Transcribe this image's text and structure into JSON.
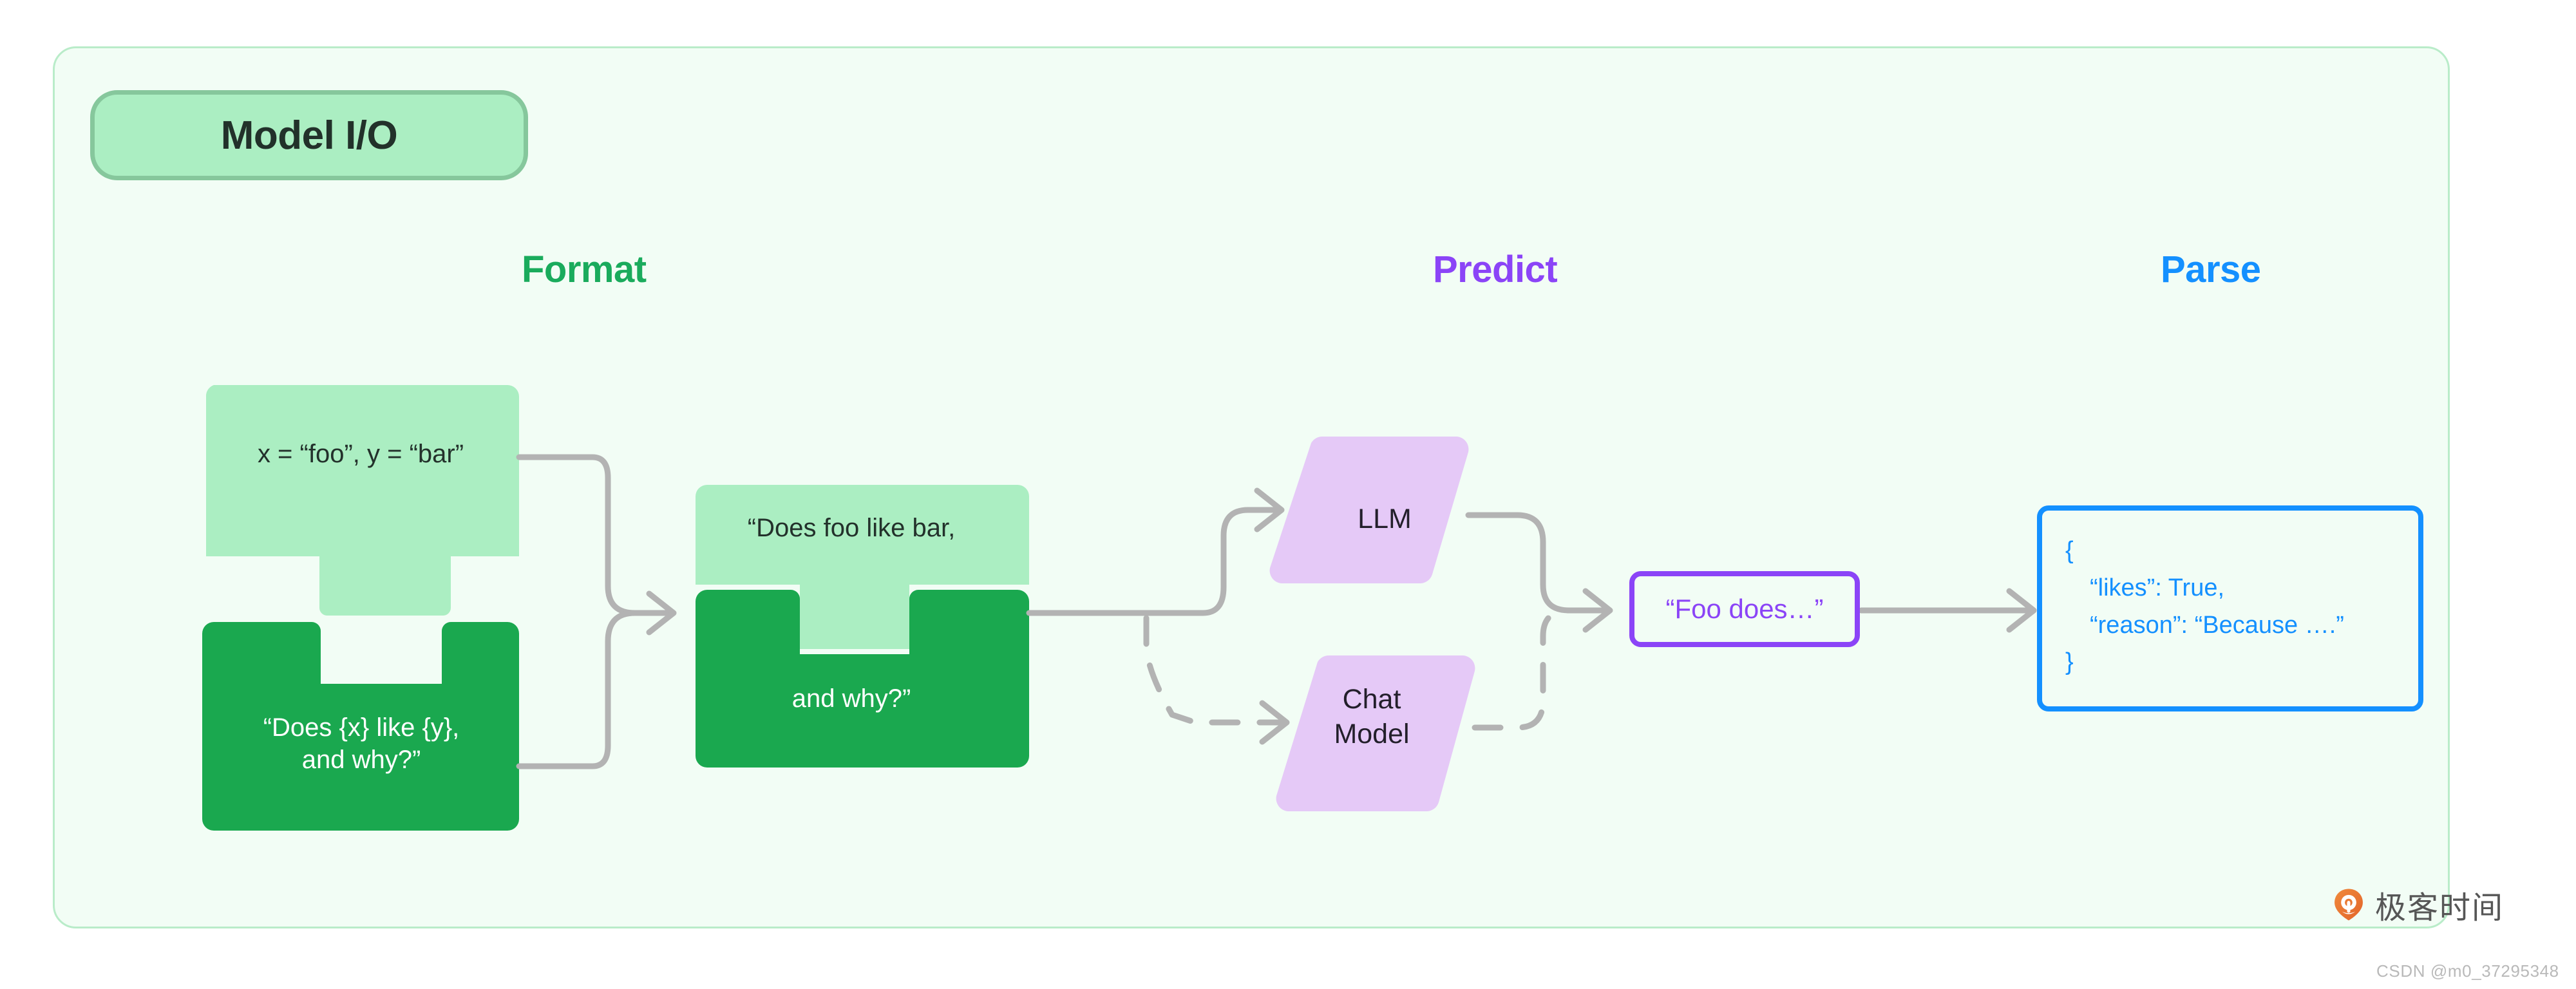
{
  "diagram": {
    "badge_label": "Model I/O",
    "headings": [
      {
        "label": "Format",
        "color": "#1aab5c"
      },
      {
        "label": "Predict",
        "color": "#8b44f7"
      },
      {
        "label": "Parse",
        "color": "#1490ff"
      }
    ]
  },
  "format_stage": {
    "variables_piece": {
      "text": "x = “foo”, y = “bar”",
      "fill": "#abeec2",
      "shape": "puzzle-tab-bottom"
    },
    "template_piece": {
      "text": "“Does {x} like {y},\nand why?”",
      "fill": "#1aa84f",
      "shape": "puzzle-notch-top"
    },
    "merged_piece": {
      "text_top": "“Does foo like bar,",
      "text_bottom": "and why?”",
      "fill_top": "#abeec2",
      "fill_bottom": "#1aa84f",
      "shape": "puzzle-interlocked"
    }
  },
  "predict_stage": {
    "models": [
      {
        "label": "LLM",
        "fill": "#e5c9f7",
        "connector": "solid"
      },
      {
        "label": "Chat\nModel",
        "fill": "#e5c9f7",
        "connector": "dashed"
      }
    ],
    "output_box": {
      "text": "“Foo does…”",
      "border_color": "#8b44f7",
      "text_color": "#8b44f7"
    }
  },
  "parse_stage": {
    "json_box": {
      "border_color": "#1490ff",
      "text_color": "#1490ff",
      "lines": [
        {
          "text": "{",
          "indent": false
        },
        {
          "text": "“likes”: True,",
          "indent": true
        },
        {
          "text": "“reason”: “Because ….”",
          "indent": true
        },
        {
          "text": "}",
          "indent": false
        }
      ]
    }
  },
  "watermark": {
    "brand": "极客时间",
    "icon": "geektime-logo-icon",
    "credit": "CSDN @m0_37295348"
  },
  "colors": {
    "board_bg": "#f2fdf5",
    "board_border": "#b9ecc9",
    "connector": "#b3b3b3",
    "light_green": "#abeec2",
    "dark_green": "#1aa84f",
    "purple": "#8b44f7",
    "lilac": "#e5c9f7",
    "blue": "#1490ff"
  }
}
